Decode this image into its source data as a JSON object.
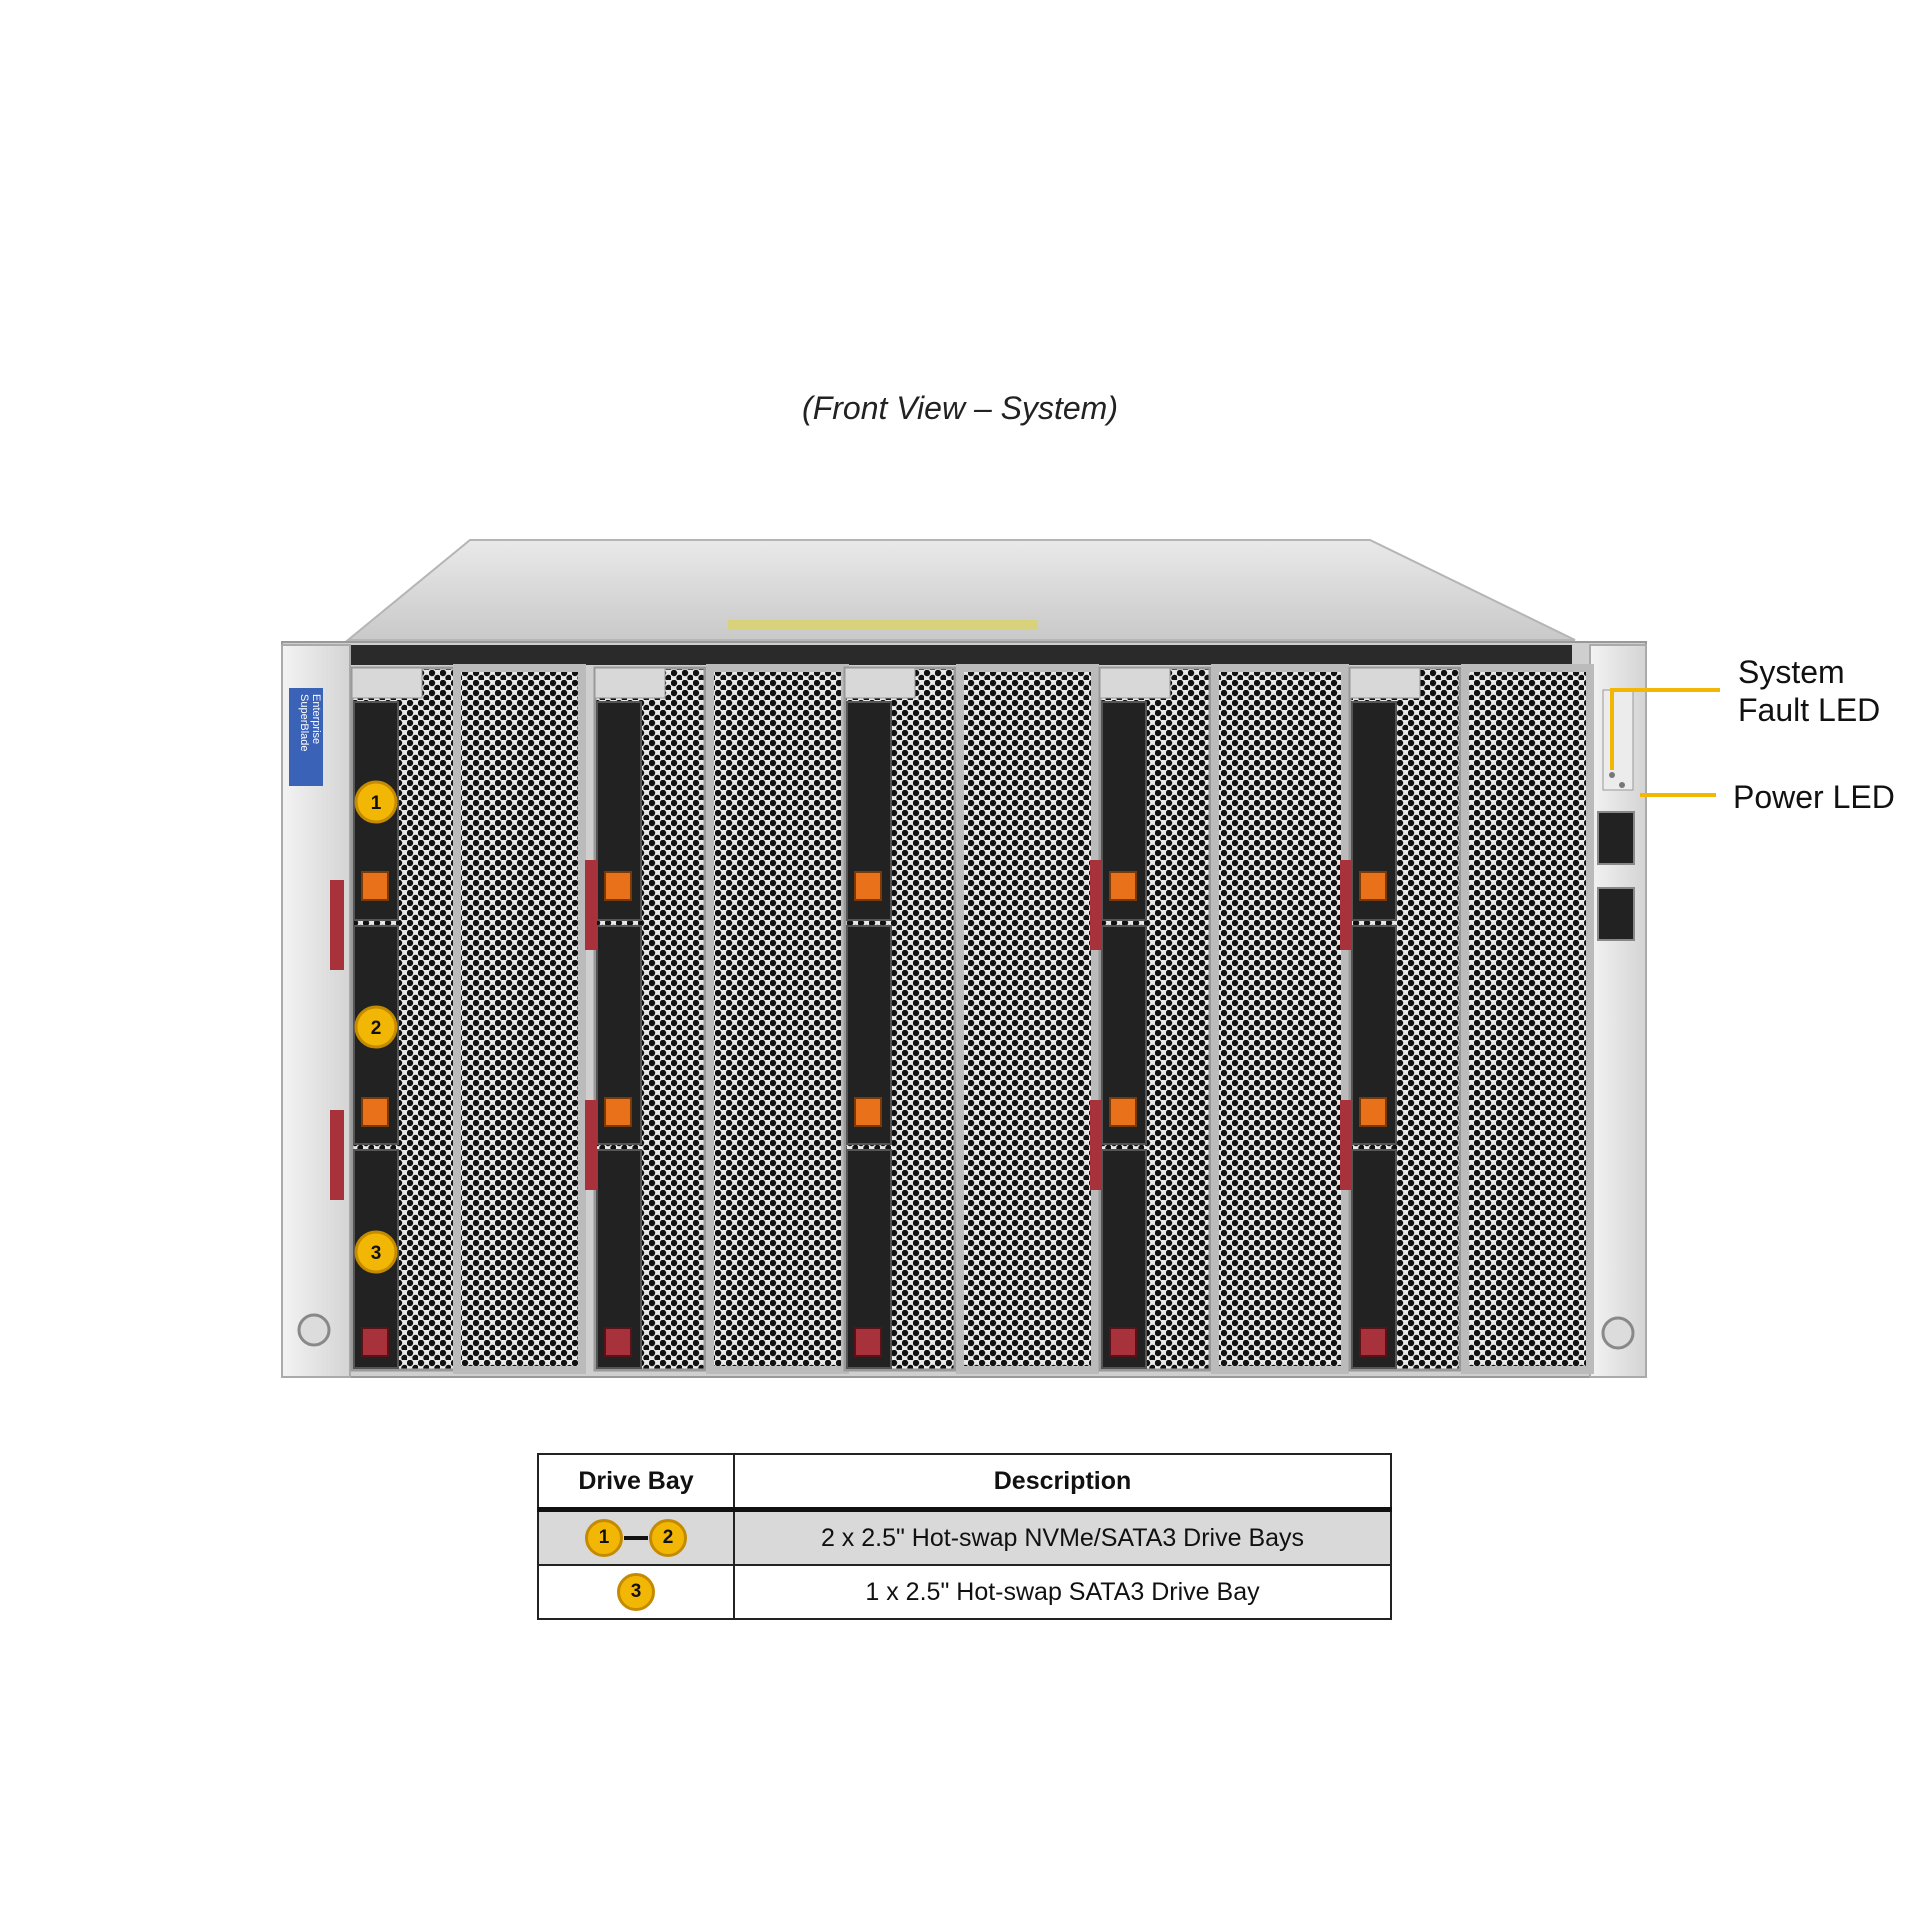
{
  "caption": "(Front View – System)",
  "labels": {
    "system_fault": [
      "System",
      "Fault LED"
    ],
    "power": "Power LED"
  },
  "badges": {
    "b1": "1",
    "b2": "2",
    "b3": "3"
  },
  "table": {
    "headers": [
      "Drive Bay",
      "Description"
    ],
    "rows": [
      {
        "bay": [
          "1",
          "2"
        ],
        "description": "2 x 2.5\" Hot-swap  NVMe/SATA3 Drive  Bays"
      },
      {
        "bay": [
          "3"
        ],
        "description": "1 x 2.5\" Hot-swap  SATA3 Drive  Bay"
      }
    ]
  },
  "colors": {
    "badge": "#f2b705",
    "callout_line": "#f2b705",
    "latch": "#e8711a",
    "handle_red": "#a8323b",
    "logo_blue": "#3a62b6"
  }
}
